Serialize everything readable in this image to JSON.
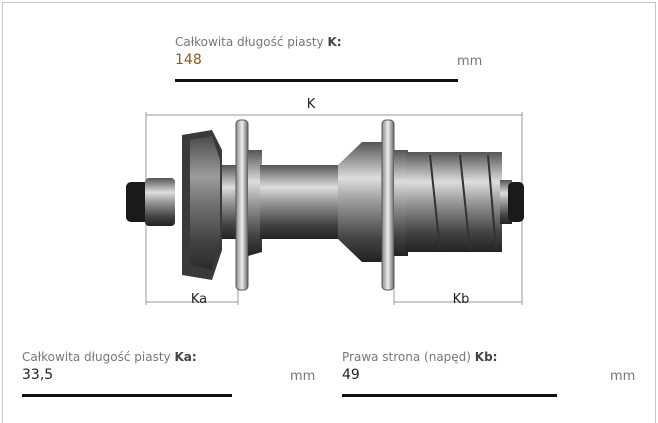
{
  "fields": {
    "k": {
      "label": "Całkowita długość piasty ",
      "label_bold": "K:",
      "value": "148",
      "unit": "mm"
    },
    "ka": {
      "label": "Całkowita długość piasty ",
      "label_bold": "Ka:",
      "value": "33,5",
      "unit": "mm"
    },
    "kb": {
      "label": "Prawa strona (napęd) ",
      "label_bold": "Kb:",
      "value": "49",
      "unit": "mm"
    }
  },
  "diagram": {
    "k_label": "K",
    "ka_label": "Ka",
    "kb_label": "Kb"
  }
}
